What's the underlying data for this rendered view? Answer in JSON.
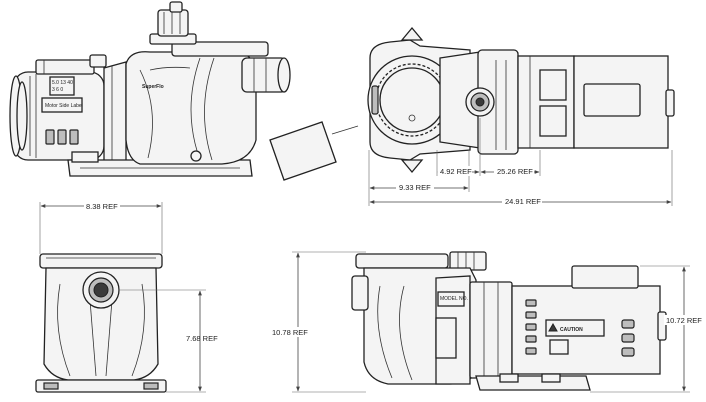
{
  "views": {
    "side_left": {
      "motor_text_line1": "5.0 13 40",
      "motor_text_line2": "3 6 0",
      "motor_side_label": "Motor Side Label",
      "brand_label": "SuperFlo"
    },
    "front": {
      "width_dim": "8.38 REF",
      "height_dim": "7.68 REF"
    },
    "top": {
      "dim_a": "4.92 REF",
      "dim_b": "25.26 REF",
      "dim_c": "9.33 REF",
      "dim_d": "24.91 REF"
    },
    "side_right": {
      "height_left_dim": "10.78 REF",
      "height_right_dim": "10.72 REF",
      "caution_label": "CAUTION",
      "model_label": "MODEL NO."
    }
  },
  "colors": {
    "line": "#222222",
    "fill_light": "#f4f4f4",
    "fill_dark": "#3a3a3a"
  }
}
